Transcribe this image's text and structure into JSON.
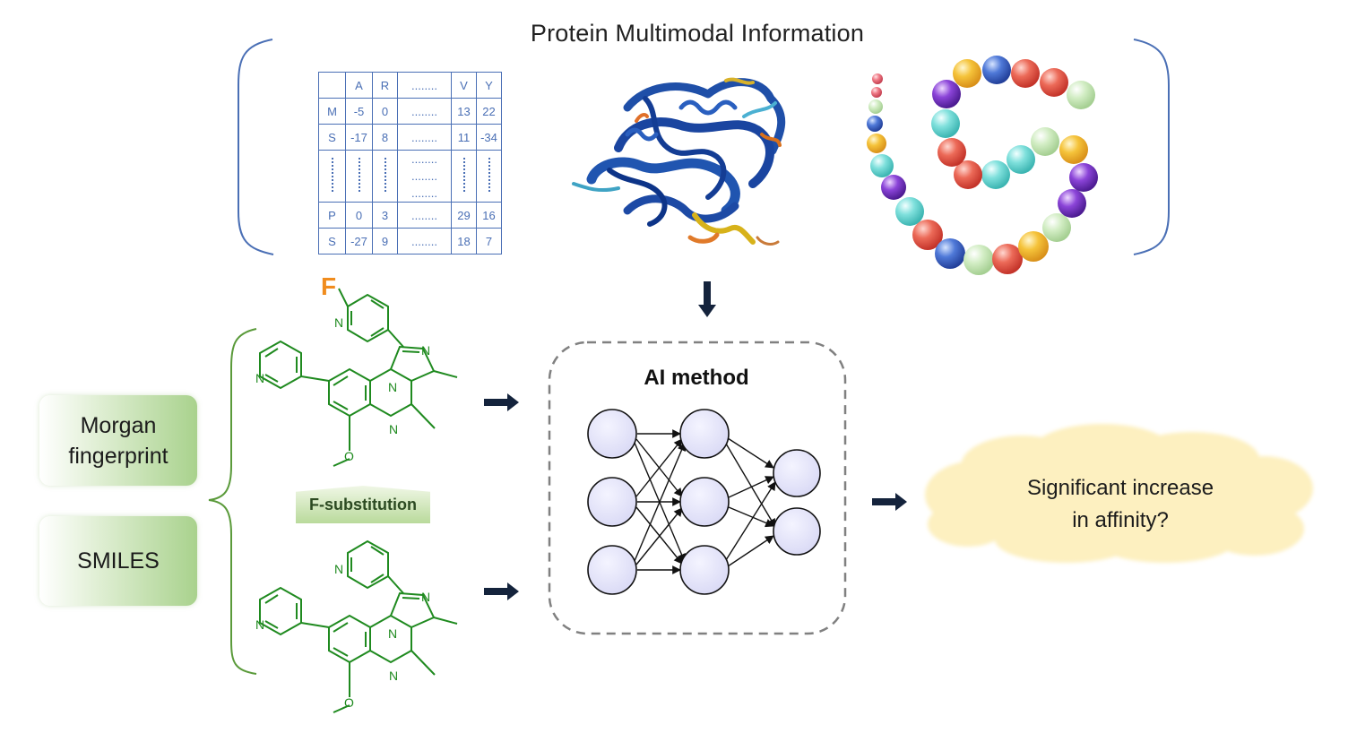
{
  "title": "Protein Multimodal Information",
  "matrix": {
    "header": [
      "",
      "A",
      "R",
      "........",
      "V",
      "Y"
    ],
    "rows": [
      [
        "M",
        "-5",
        "0",
        "........",
        "13",
        "22"
      ],
      [
        "S",
        "-17",
        "8",
        "........",
        "11",
        "-34"
      ],
      [
        "P",
        "0",
        "3",
        "........",
        "29",
        "16"
      ],
      [
        "S",
        "-27",
        "9",
        "........",
        "18",
        "7"
      ]
    ],
    "middle_dots": [
      "........",
      "........",
      "........"
    ]
  },
  "features": {
    "morgan": "Morgan fingerprint",
    "smiles": "SMILES"
  },
  "molecule_labels": {
    "fluorine": "F",
    "n": "N",
    "o": "O"
  },
  "substitution_label": "F-substitution",
  "ai_method_label": "AI method",
  "result": {
    "line1": "Significant increase",
    "line2": "in affinity?"
  },
  "colors": {
    "bracket_blue": "#4a6fb5",
    "molecule_green": "#1f8a1f",
    "fluorine_orange": "#f08c1e",
    "cloud_fill": "#fdf0c0",
    "node_fill": "#e6e6fa",
    "arrow_navy": "#14233c"
  }
}
